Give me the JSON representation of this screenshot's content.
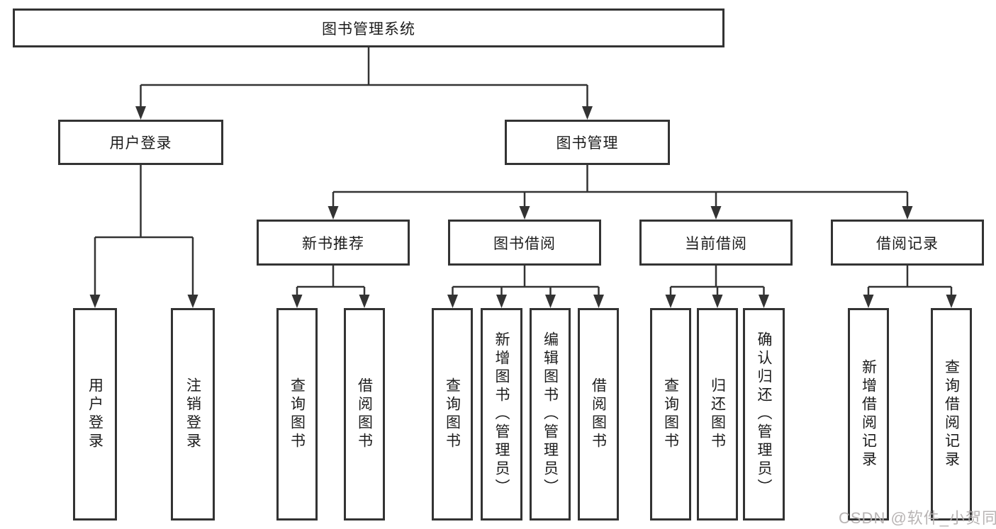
{
  "colors": {
    "line": "#333333",
    "box_border": "#333333",
    "text": "#1c1c1c",
    "watermark": "#b2aeae",
    "background": "#ffffff"
  },
  "tree": {
    "root": {
      "label": "图书管理系统"
    },
    "level2": [
      {
        "label": "用户登录"
      },
      {
        "label": "图书管理"
      }
    ],
    "level3": [
      {
        "label": "新书推荐"
      },
      {
        "label": "图书借阅"
      },
      {
        "label": "当前借阅"
      },
      {
        "label": "借阅记录"
      }
    ],
    "leaves": {
      "user_login": [
        {
          "label": "用户登录"
        },
        {
          "label": "注销登录"
        }
      ],
      "new_book_recommend": [
        {
          "label": "查询图书"
        },
        {
          "label": "借阅图书"
        }
      ],
      "book_borrow": [
        {
          "label": "查询图书"
        },
        {
          "label": "新增图书（管理员）"
        },
        {
          "label": "编辑图书（管理员）"
        },
        {
          "label": "借阅图书"
        }
      ],
      "current_borrow": [
        {
          "label": "查询图书"
        },
        {
          "label": "归还图书"
        },
        {
          "label": "确认归还（管理员）"
        }
      ],
      "borrow_records": [
        {
          "label": "新增借阅记录"
        },
        {
          "label": "查询借阅记录"
        }
      ]
    }
  },
  "watermark": {
    "text": "CSDN @软件_小贺同学"
  }
}
